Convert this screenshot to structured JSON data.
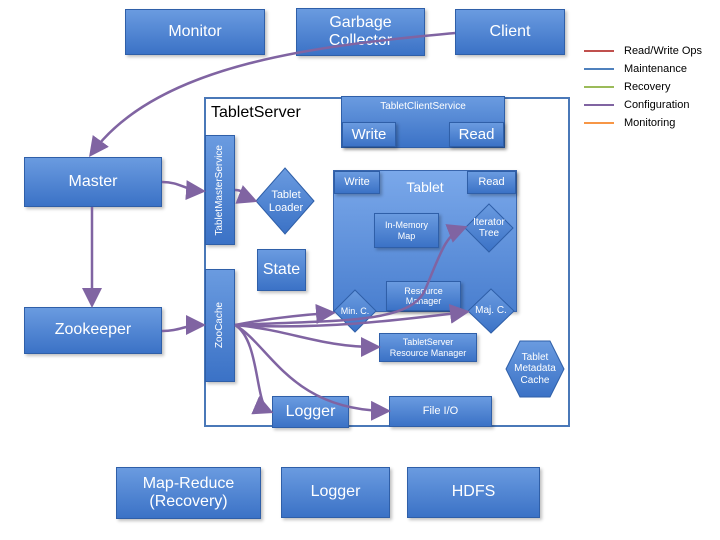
{
  "nodes": {
    "monitor": "Monitor",
    "garbage_collector": "Garbage\nCollector",
    "client": "Client",
    "master": "Master",
    "zookeeper": "Zookeeper",
    "tablet_server": "TabletServer",
    "tablet_client_service": "TabletClientService",
    "tcs_write": "Write",
    "tcs_read": "Read",
    "tablet_master_service": "TabletMasterService",
    "tablet_loader": "Tablet\nLoader",
    "state": "State",
    "tablet": "Tablet",
    "tablet_write": "Write",
    "tablet_read": "Read",
    "in_memory_map": "In-Memory\nMap",
    "iterator_tree": "Iterator\nTree",
    "resource_manager": "Resource\nManager",
    "min_c": "Min. C.",
    "maj_c": "Maj. C.",
    "zoocache": "ZooCache",
    "ts_resource_manager": "TabletServer\nResource Manager",
    "tablet_metadata_cache": "Tablet\nMetadata\nCache",
    "logger_inner": "Logger",
    "file_io": "File I/O",
    "map_reduce": "Map-Reduce\n(Recovery)",
    "logger_bottom": "Logger",
    "hdfs": "HDFS"
  },
  "legend": [
    {
      "label": "Read/Write Ops",
      "color": "#c0504d"
    },
    {
      "label": "Maintenance",
      "color": "#4f81bd"
    },
    {
      "label": "Recovery",
      "color": "#9bbb59"
    },
    {
      "label": "Configuration",
      "color": "#8064a2"
    },
    {
      "label": "Monitoring",
      "color": "#f79646"
    }
  ],
  "colors": {
    "box_fill": "#4f81bd",
    "container_border": "#4a78b8",
    "configuration_line": "#8064a2"
  }
}
